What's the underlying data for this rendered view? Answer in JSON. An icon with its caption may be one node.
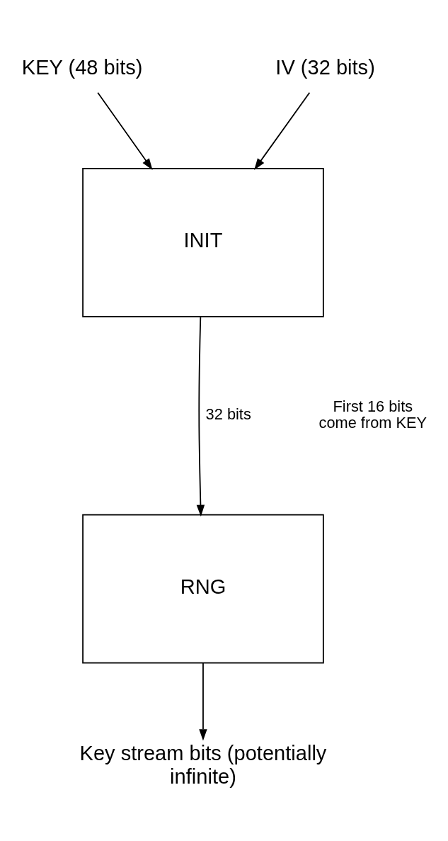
{
  "diagram": {
    "nodes": [
      {
        "text": [
          "KEY (48 bits)"
        ]
      },
      {
        "text": [
          "IV (32 bits)"
        ]
      },
      {
        "text": [
          "INIT"
        ]
      },
      {
        "text": [
          "RNG"
        ]
      },
      {
        "text": [
          "Key stream bits (potentially infinite)"
        ]
      }
    ],
    "edges": [
      {
        "from": 0,
        "to": 2,
        "arrow": "to"
      },
      {
        "from": 1,
        "to": 2,
        "arrow": "to"
      },
      {
        "from": 2,
        "to": 3,
        "arrow": "to",
        "label": "32 bits"
      },
      {
        "from": 3,
        "to": 4,
        "arrow": "to"
      }
    ],
    "labels": [
      "First 16 bits come from KEY"
    ]
  }
}
